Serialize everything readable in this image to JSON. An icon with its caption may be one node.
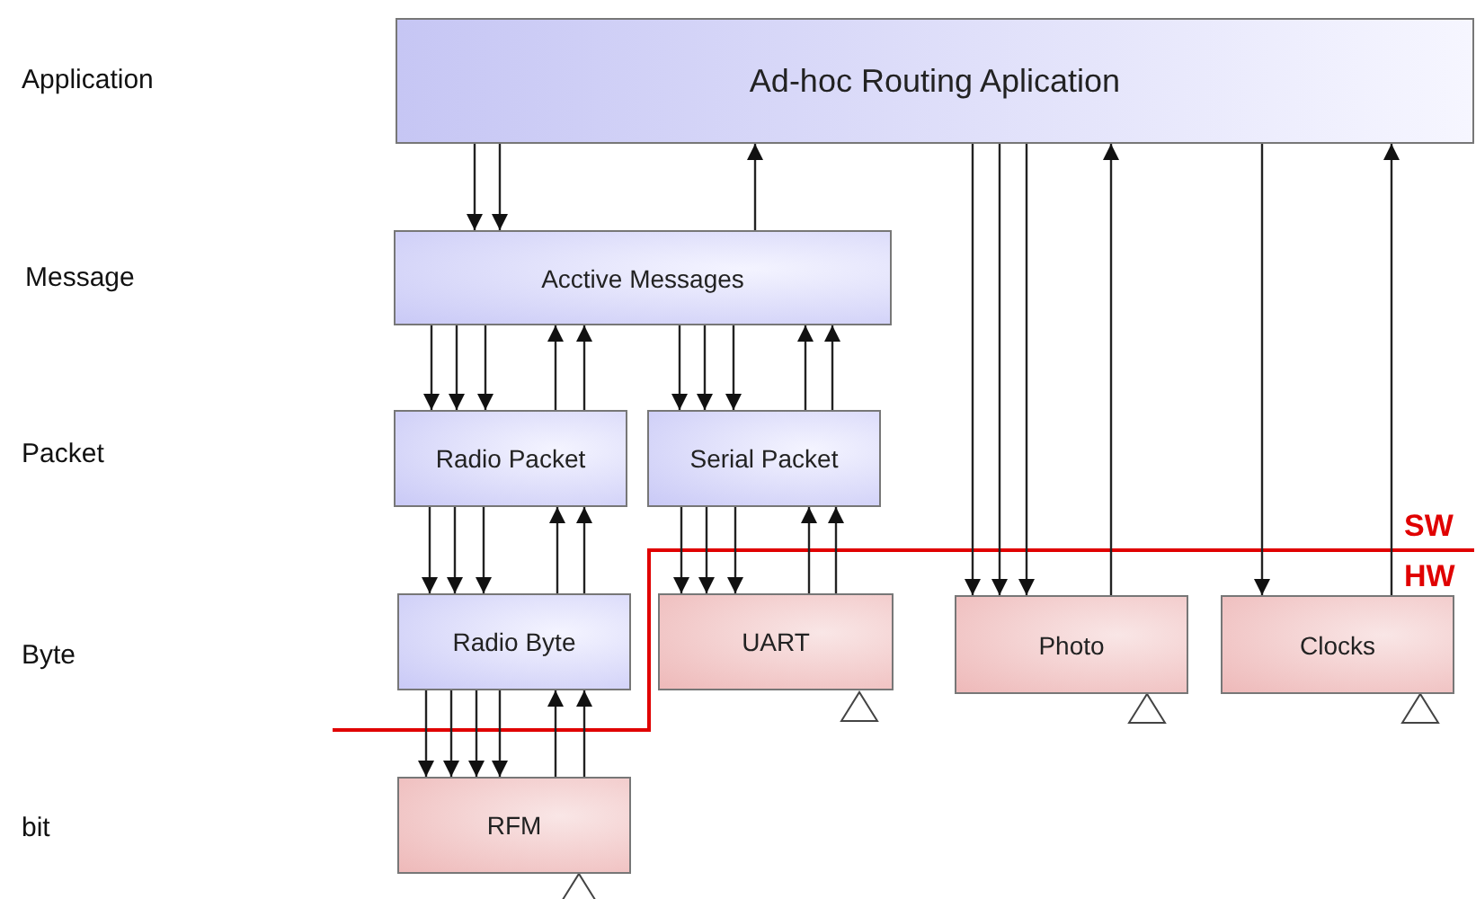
{
  "diagram": {
    "nodes": [
      {
        "text": [
          "Ad-hoc Routing Aplication"
        ]
      },
      {
        "text": [
          "Acctive Messages"
        ]
      },
      {
        "text": [
          "Radio Packet"
        ]
      },
      {
        "text": [
          "Serial Packet"
        ]
      },
      {
        "text": [
          "Radio Byte"
        ]
      },
      {
        "text": [
          "UART"
        ]
      },
      {
        "text": [
          "Photo"
        ]
      },
      {
        "text": [
          "Clocks"
        ]
      },
      {
        "text": [
          "RFM"
        ]
      }
    ],
    "edges": [
      {
        "from": 0,
        "to": 1,
        "arrow": "to"
      },
      {
        "from": 0,
        "to": 1,
        "arrow": "to"
      },
      {
        "from": 1,
        "to": 0,
        "arrow": "to"
      },
      {
        "from": 0,
        "to": 6,
        "arrow": "to"
      },
      {
        "from": 0,
        "to": 6,
        "arrow": "to"
      },
      {
        "from": 0,
        "to": 6,
        "arrow": "to"
      },
      {
        "from": 6,
        "to": 0,
        "arrow": "to"
      },
      {
        "from": 0,
        "to": 7,
        "arrow": "to"
      },
      {
        "from": 7,
        "to": 0,
        "arrow": "to"
      },
      {
        "from": 1,
        "to": 2,
        "arrow": "to"
      },
      {
        "from": 1,
        "to": 2,
        "arrow": "to"
      },
      {
        "from": 1,
        "to": 2,
        "arrow": "to"
      },
      {
        "from": 2,
        "to": 1,
        "arrow": "to"
      },
      {
        "from": 2,
        "to": 1,
        "arrow": "to"
      },
      {
        "from": 1,
        "to": 3,
        "arrow": "to"
      },
      {
        "from": 1,
        "to": 3,
        "arrow": "to"
      },
      {
        "from": 1,
        "to": 3,
        "arrow": "to"
      },
      {
        "from": 3,
        "to": 1,
        "arrow": "to"
      },
      {
        "from": 3,
        "to": 1,
        "arrow": "to"
      },
      {
        "from": 2,
        "to": 4,
        "arrow": "to"
      },
      {
        "from": 2,
        "to": 4,
        "arrow": "to"
      },
      {
        "from": 2,
        "to": 4,
        "arrow": "to"
      },
      {
        "from": 4,
        "to": 2,
        "arrow": "to"
      },
      {
        "from": 4,
        "to": 2,
        "arrow": "to"
      },
      {
        "from": 3,
        "to": 5,
        "arrow": "to"
      },
      {
        "from": 3,
        "to": 5,
        "arrow": "to"
      },
      {
        "from": 3,
        "to": 5,
        "arrow": "to"
      },
      {
        "from": 5,
        "to": 3,
        "arrow": "to"
      },
      {
        "from": 5,
        "to": 3,
        "arrow": "to"
      },
      {
        "from": 4,
        "to": 8,
        "arrow": "to"
      },
      {
        "from": 4,
        "to": 8,
        "arrow": "to"
      },
      {
        "from": 4,
        "to": 8,
        "arrow": "to"
      },
      {
        "from": 4,
        "to": 8,
        "arrow": "to"
      },
      {
        "from": 8,
        "to": 4,
        "arrow": "to"
      },
      {
        "from": 8,
        "to": 4,
        "arrow": "to"
      }
    ],
    "labels": [
      "Application",
      "Message",
      "Packet",
      "Byte",
      "bit",
      "SW",
      "HW"
    ]
  }
}
